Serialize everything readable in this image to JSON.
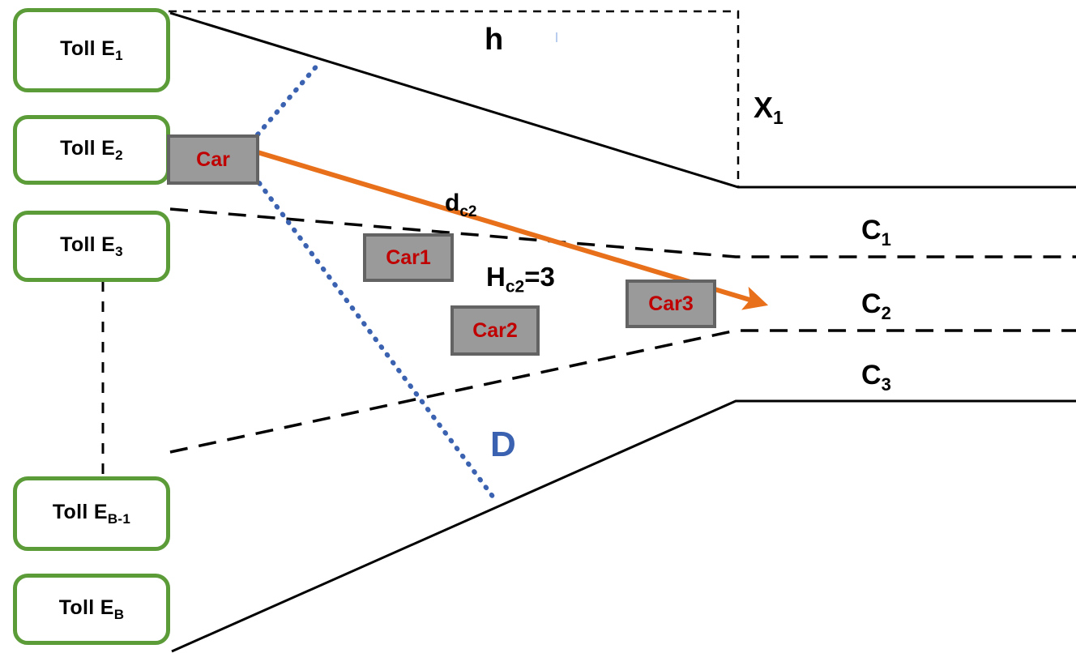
{
  "diagram": {
    "title": "Toll plaza lane merge diagram",
    "colors": {
      "toll_border": "#5b9b38",
      "car_fill": "#9a9a9a",
      "car_border": "#636363",
      "car_text": "#c00000",
      "arrow": "#e8701a",
      "dotted_blue": "#3a62b0",
      "line_black": "#000000"
    },
    "toll_booths": [
      {
        "name": "toll-e1",
        "prefix": "Toll E",
        "subscript": "1"
      },
      {
        "name": "toll-e2",
        "prefix": "Toll E",
        "subscript": "2"
      },
      {
        "name": "toll-e3",
        "prefix": "Toll E",
        "subscript": "3"
      },
      {
        "name": "toll-eb-1",
        "prefix": "Toll E",
        "subscript": "B-1"
      },
      {
        "name": "toll-eb",
        "prefix": "Toll E",
        "subscript": "B"
      }
    ],
    "cars": [
      {
        "name": "car-ego",
        "label": "Car"
      },
      {
        "name": "car-1",
        "label": "Car1"
      },
      {
        "name": "car-2",
        "label": "Car2"
      },
      {
        "name": "car-3",
        "label": "Car3"
      }
    ],
    "lanes": [
      {
        "name": "lane-c1",
        "prefix": "C",
        "subscript": "1"
      },
      {
        "name": "lane-c2",
        "prefix": "C",
        "subscript": "2"
      },
      {
        "name": "lane-c3",
        "prefix": "C",
        "subscript": "3"
      }
    ],
    "annotations": {
      "h": "h",
      "x1_prefix": "X",
      "x1_subscript": "1",
      "dc2_prefix": "d",
      "dc2_subscript": "c2",
      "hc2_prefix": "H",
      "hc2_subscript": "c2",
      "hc2_value": "=3",
      "d": "D"
    }
  }
}
